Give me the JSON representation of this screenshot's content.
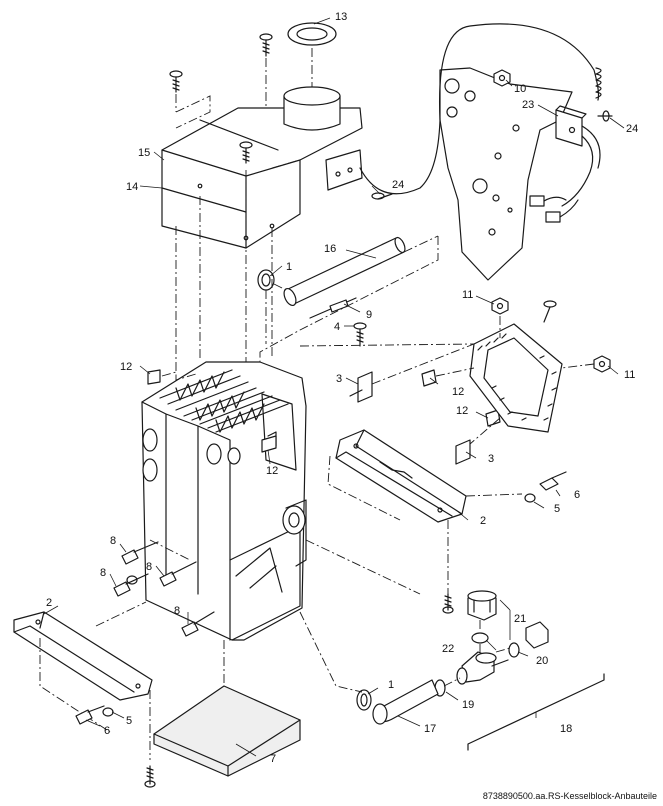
{
  "callouts": {
    "c1a": "1",
    "c1b": "1",
    "c2a": "2",
    "c2b": "2",
    "c3a": "3",
    "c3b": "3",
    "c4": "4",
    "c5a": "5",
    "c5b": "5",
    "c6a": "6",
    "c6b": "6",
    "c7": "7",
    "c8a": "8",
    "c8b": "8",
    "c8c": "8",
    "c8d": "8",
    "c9": "9",
    "c10": "10",
    "c11a": "11",
    "c11b": "11",
    "c12a": "12",
    "c12b": "12",
    "c12c": "12",
    "c12d": "12",
    "c13": "13",
    "c14": "14",
    "c15": "15",
    "c16": "16",
    "c17": "17",
    "c18": "18",
    "c19": "19",
    "c20": "20",
    "c21": "21",
    "c22": "22",
    "c23": "23",
    "c24a": "24",
    "c24b": "24"
  },
  "footer": {
    "code": "8738890500.aa.RS-Kesselblock-Anbauteile"
  }
}
